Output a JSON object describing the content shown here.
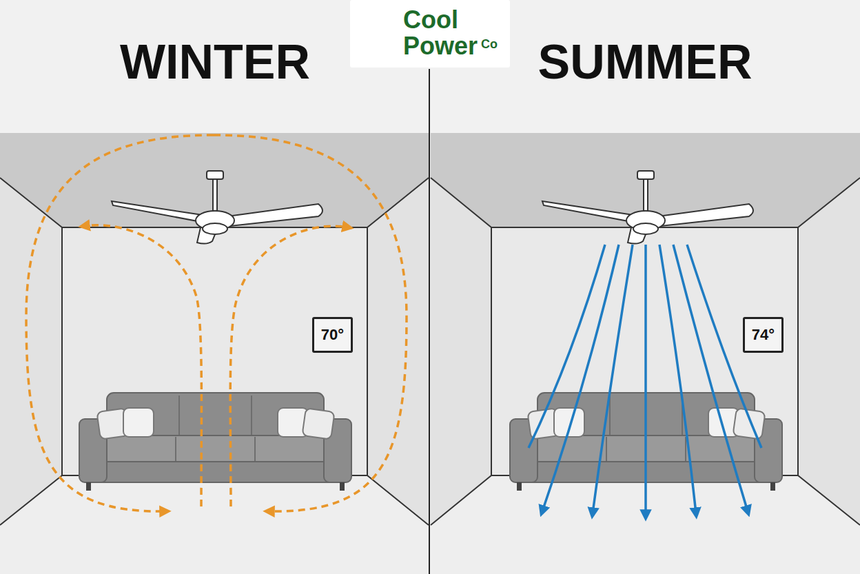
{
  "diagram": {
    "nodes": [
      {
        "text": [
          "Cool Power",
          "Co"
        ]
      },
      {
        "text": [
          "70°"
        ]
      },
      {
        "text": [
          "74°"
        ]
      }
    ],
    "labels": [
      "WINTER",
      "SUMMER"
    ]
  }
}
